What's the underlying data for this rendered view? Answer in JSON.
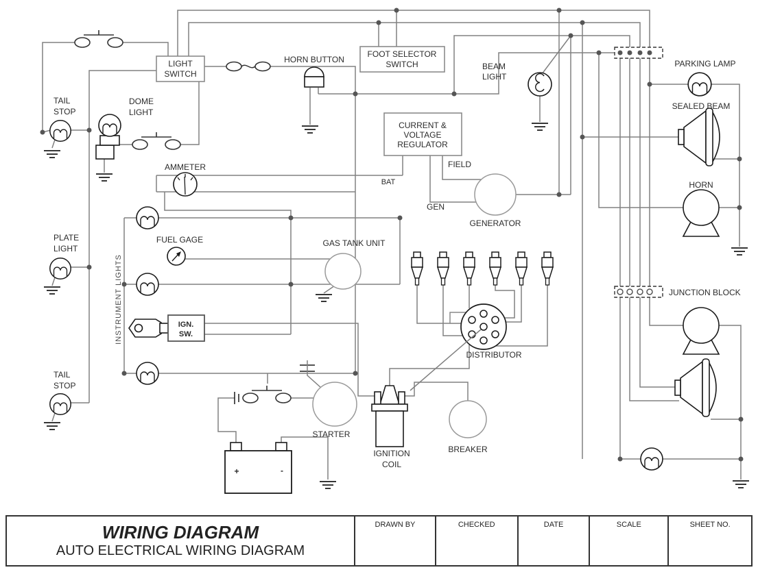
{
  "labels": {
    "tail_stop_a1": "TAIL",
    "tail_stop_a2": "STOP",
    "dome_1": "DOME",
    "dome_2": "LIGHT",
    "light_switch_1": "LIGHT",
    "light_switch_2": "SWITCH",
    "horn_button": "HORN BUTTON",
    "foot_selector_1": "FOOT SELECTOR",
    "foot_selector_2": "SWITCH",
    "beam_1": "BEAM",
    "beam_2": "LIGHT",
    "parking_lamp": "PARKING LAMP",
    "sealed_beam": "SEALED BEAM",
    "horn": "HORN",
    "junction_block": "JUNCTION BLOCK",
    "ammeter": "AMMETER",
    "bat": "BAT",
    "reg_1": "CURRENT &",
    "reg_2": "VOLTAGE",
    "reg_3": "REGULATOR",
    "field": "FIELD",
    "gen": "GEN",
    "generator": "GENERATOR",
    "plate_1": "PLATE",
    "plate_2": "LIGHT",
    "fuel_gage": "FUEL GAGE",
    "gas_tank": "GAS TANK UNIT",
    "instrument_lights": "INSTRUMENT LIGHTS",
    "ign_1": "IGN.",
    "ign_2": "SW.",
    "tail_stop_b1": "TAIL",
    "tail_stop_b2": "STOP",
    "distributor": "DISTRIBUTOR",
    "starter": "STARTER",
    "ignition_1": "IGNITION",
    "ignition_2": "COIL",
    "breaker": "BREAKER",
    "battery_plus": "+",
    "battery_minus": "-"
  },
  "title_block": {
    "title": "WIRING DIAGRAM",
    "subtitle": "AUTO ELECTRICAL WIRING DIAGRAM",
    "columns": [
      "DRAWN BY",
      "CHECKED",
      "DATE",
      "SCALE",
      "SHEET NO."
    ]
  },
  "colors": {
    "wire": "#808080",
    "component_outline": "#1a1a1a",
    "box_border": "#8a8a8a",
    "text": "#2b2b2b",
    "junction_dot": "#555555"
  }
}
